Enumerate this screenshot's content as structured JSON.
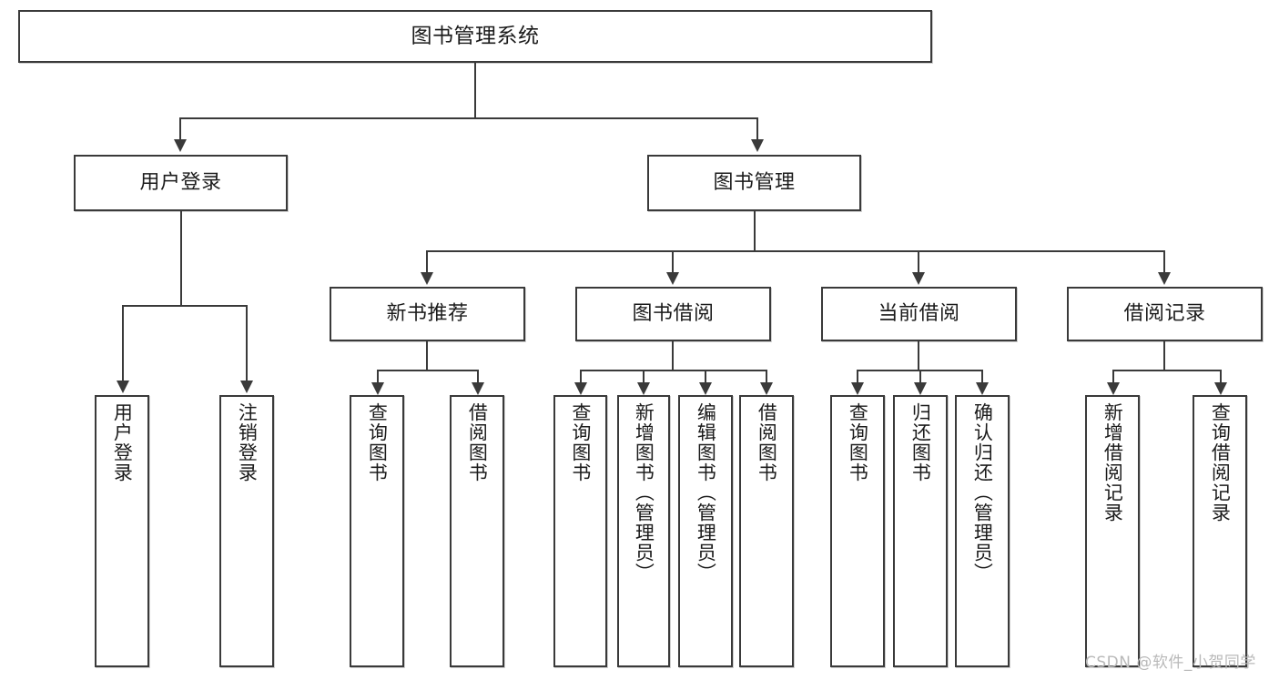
{
  "diagram": {
    "type": "tree",
    "title": "图书管理系统",
    "watermark": "CSDN @软件_小贺同学",
    "colors": {
      "box_border": "#3a3a3a",
      "box_fill": "#ffffff",
      "connector": "#3a3a3a",
      "text": "#1b1b1b",
      "watermark": "#b9b9b9",
      "background": "#ffffff"
    },
    "root": {
      "label": "图书管理系统"
    },
    "level2": [
      {
        "label": "用户登录"
      },
      {
        "label": "图书管理"
      }
    ],
    "level3": [
      {
        "label": "新书推荐"
      },
      {
        "label": "图书借阅"
      },
      {
        "label": "当前借阅"
      },
      {
        "label": "借阅记录"
      }
    ],
    "leaves": {
      "user_login": [
        {
          "label": "用户登录"
        },
        {
          "label": "注销登录"
        }
      ],
      "new_book_recommend": [
        {
          "label": "查询图书"
        },
        {
          "label": "借阅图书"
        }
      ],
      "book_borrow": [
        {
          "label": "查询图书"
        },
        {
          "label": "新增图书（管理员）"
        },
        {
          "label": "编辑图书（管理员）"
        },
        {
          "label": "借阅图书"
        }
      ],
      "current_borrow": [
        {
          "label": "查询图书"
        },
        {
          "label": "归还图书"
        },
        {
          "label": "确认归还（管理员）"
        }
      ],
      "borrow_record": [
        {
          "label": "新增借阅记录"
        },
        {
          "label": "查询借阅记录"
        }
      ]
    }
  }
}
